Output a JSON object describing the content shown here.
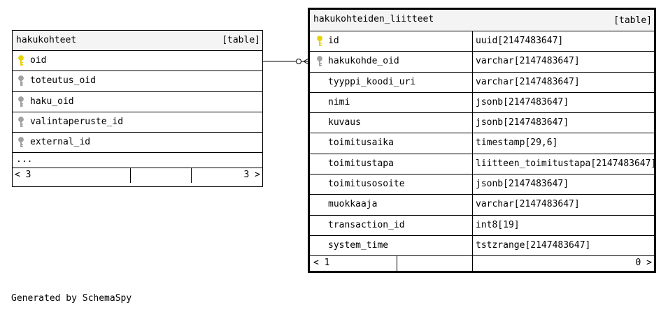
{
  "tables": {
    "hakukohteet": {
      "name": "hakukohteet",
      "type_label": "[table]",
      "columns": [
        {
          "name": "oid",
          "key": "primary"
        },
        {
          "name": "toteutus_oid",
          "key": "foreign"
        },
        {
          "name": "haku_oid",
          "key": "foreign"
        },
        {
          "name": "valintaperuste_id",
          "key": "foreign"
        },
        {
          "name": "external_id",
          "key": "foreign"
        }
      ],
      "more": "...",
      "footer": {
        "left": "< 3",
        "right": "3 >"
      }
    },
    "liitteet": {
      "name": "hakukohteiden_liitteet",
      "type_label": "[table]",
      "columns": [
        {
          "name": "id",
          "type": "uuid[2147483647]",
          "key": "primary"
        },
        {
          "name": "hakukohde_oid",
          "type": "varchar[2147483647]",
          "key": "foreign"
        },
        {
          "name": "tyyppi_koodi_uri",
          "type": "varchar[2147483647]",
          "key": "none"
        },
        {
          "name": "nimi",
          "type": "jsonb[2147483647]",
          "key": "none"
        },
        {
          "name": "kuvaus",
          "type": "jsonb[2147483647]",
          "key": "none"
        },
        {
          "name": "toimitusaika",
          "type": "timestamp[29,6]",
          "key": "none"
        },
        {
          "name": "toimitustapa",
          "type": "liitteen_toimitustapa[2147483647]",
          "key": "none"
        },
        {
          "name": "toimitusosoite",
          "type": "jsonb[2147483647]",
          "key": "none"
        },
        {
          "name": "muokkaaja",
          "type": "varchar[2147483647]",
          "key": "none"
        },
        {
          "name": "transaction_id",
          "type": "int8[19]",
          "key": "none"
        },
        {
          "name": "system_time",
          "type": "tstzrange[2147483647]",
          "key": "none"
        }
      ],
      "footer": {
        "left": "< 1",
        "right": "0 >"
      }
    }
  },
  "colors": {
    "primary_key": "#e6d400",
    "foreign_key": "#a0a0a0"
  },
  "footer_text": "Generated by SchemaSpy"
}
